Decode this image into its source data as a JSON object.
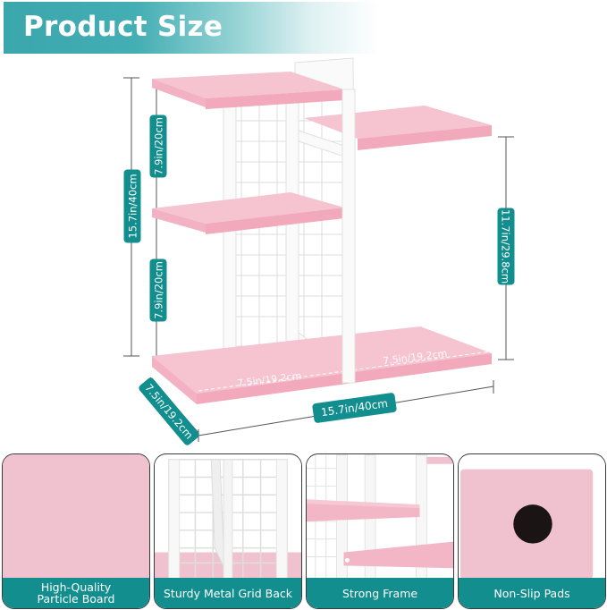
{
  "header": {
    "title": "Product Size"
  },
  "colors": {
    "accent_teal": "#138e8e",
    "banner_teal": "#3aa7ad",
    "shelf_pink": "#f4b8c8",
    "frame_white": "#ffffff",
    "pad_black": "#1a1414"
  },
  "dimensions": {
    "total_height": "15.7in/40cm",
    "upper_gap": "7.9in/20cm",
    "lower_gap": "7.9in/20cm",
    "right_shelf_height": "11.7in/29.8cm",
    "total_width": "15.7in/40cm",
    "depth": "7.5in/19.2cm",
    "left_base_width": "7.5in/19.2cm",
    "right_base_width": "7.5in/19.2cm"
  },
  "features": [
    {
      "label": "High-Quality\nParticle Board",
      "line1": "High-Quality",
      "line2": "Particle Board",
      "icon": "particle-board-swatch"
    },
    {
      "label": "Sturdy Metal Grid Back",
      "icon": "metal-grid"
    },
    {
      "label": "Strong Frame",
      "icon": "frame-closeup"
    },
    {
      "label": "Non-Slip Pads",
      "icon": "non-slip-pad"
    }
  ]
}
